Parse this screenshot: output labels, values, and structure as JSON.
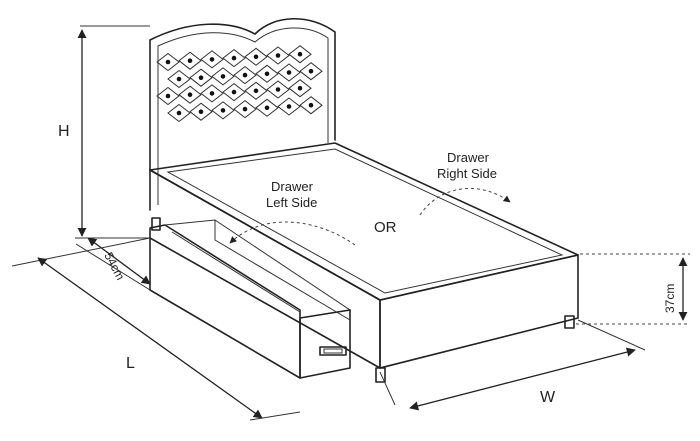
{
  "labels": {
    "height": "H",
    "length": "L",
    "width": "W",
    "drawer_depth": "54cm",
    "base_height": "37cm",
    "drawer_left_line1": "Drawer",
    "drawer_left_line2": "Left Side",
    "drawer_right_line1": "Drawer",
    "drawer_right_line2": "Right Side",
    "or": "OR"
  },
  "icons": {
    "button": "tufted-button-icon",
    "arrow": "curved-arrow-icon"
  },
  "colors": {
    "line": "#222222",
    "background": "#ffffff",
    "accent": "#9a9a9a"
  }
}
